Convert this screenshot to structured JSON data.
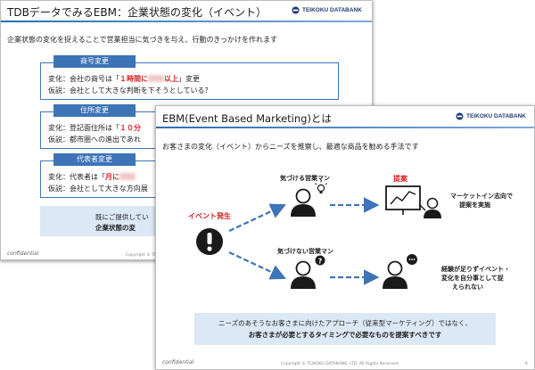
{
  "back_slide": {
    "title": "TDBデータでみるEBM：企業状態の変化（イベント）",
    "brand": "TEIKOKU DATABANK",
    "subtitle": "企業状態の変化を捉えることで営業担当に気づきを与え、行動のきっかけを作れます",
    "cards": [
      {
        "header": "商号変更",
        "change_prefix": "変化：会社の商号は「",
        "change_highlight": "１時間に",
        "change_highlight_tail": "以上",
        "change_suffix": "」変更",
        "hypothesis": "仮説：会社として大きな判断を下そうとしている？"
      },
      {
        "header": "住所変更",
        "change_prefix": "変化：登記面住所は「",
        "change_highlight": "１０分",
        "hypothesis": "仮説：都市圏への進出であれ"
      },
      {
        "header": "代表者変更",
        "change_prefix": "変化：代表者は「",
        "change_highlight": "月に",
        "hypothesis": "仮説：会社として大きな方向展"
      }
    ],
    "summary_line1": "既にご提供してい",
    "summary_line2": "企業状態の変",
    "footer": "confidential",
    "copyright": "Copyright ©  TE"
  },
  "front_slide": {
    "title": "EBM(Event Based Marketing)とは",
    "brand": "TEIKOKU DATABANK",
    "subtitle": "お客さまの変化（イベント）からニーズを推察し、最適な商品を勧める手法です",
    "event_label": "イベント発生",
    "aware_label": "気づける営業マン",
    "unaware_label": "気づけない営業マン",
    "proposal_label": "提案",
    "market_in_line1": "マーケットイン志向で",
    "market_in_line2": "提案を実施",
    "lacking_line1": "経験が足りずイベント・",
    "lacking_line2": "変化を自分事として捉",
    "lacking_line3": "えられない",
    "summary_line1": "ニーズのあそうなお客さまに向けたアプローチ（従来型マーケティング）ではなく、",
    "summary_line2": "お客さまが必要とするタイミングで必要なものを提案すべきです",
    "footer": "confidential",
    "copyright": "Copyright ©  TEIKOKU DATABANK, LTD. All Rights Reserved.",
    "page_number": "6"
  },
  "colors": {
    "accent_blue": "#3d74b8",
    "highlight_red": "#d42020",
    "summary_bg": "#dce8f6"
  }
}
